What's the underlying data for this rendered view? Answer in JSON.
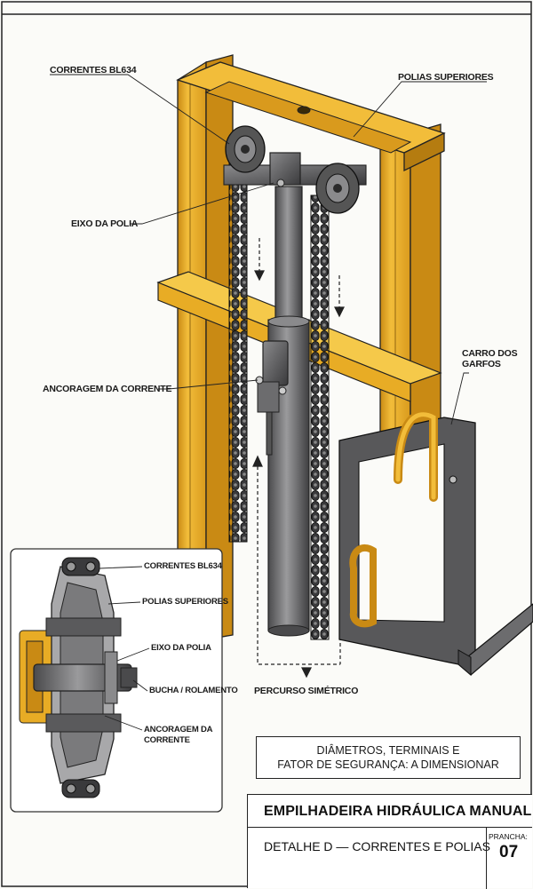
{
  "labels": {
    "chains": "CORRENTES BL634",
    "upper_pulleys": "POLIAS SUPERIORES",
    "pulley_axle": "EIXO DA POLIA",
    "chain_anchor": "ANCORAGEM DA CORRENTE",
    "fork_carriage": "CARRO DOS GARFOS",
    "symmetric_path": "PERCURSO SIMÉTRICO"
  },
  "detail": {
    "chains": "CORRENTES BL634",
    "upper_pulleys": "POLIAS SUPERIORES",
    "pulley_axle": "EIXO DA POLIA",
    "bushing": "BUCHA / ROLAMENTO",
    "chain_anchor": "ANCORAGEM DA CORRENTE"
  },
  "note": {
    "line1": "DIÂMETROS, TERMINAIS E",
    "line2": "FATOR DE SEGURANÇA: A DIMENSIONAR"
  },
  "title_block": {
    "title": "EMPILHADEIRA HIDRÁULICA MANUAL",
    "subtitle": "DETALHE D — CORRENTES E POLIAS",
    "sheet_label": "PRANCHA:",
    "sheet_number": "07"
  },
  "colors": {
    "mast_yellow": "#e8ac25",
    "steel_gray": "#6c6c6e",
    "chain_dark": "#2d2d2f",
    "ink": "#1a1a1a"
  }
}
